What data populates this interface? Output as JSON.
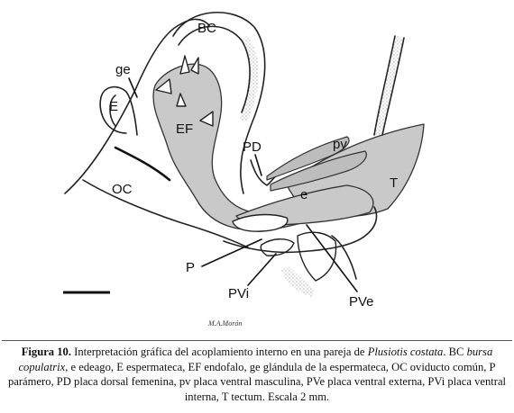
{
  "figure": {
    "labels": {
      "bc": "BC",
      "ge": "ge",
      "e_upper": "E",
      "ef": "EF",
      "oc": "OC",
      "pd": "PD",
      "pv": "pv",
      "e_lower": "e",
      "t": "T",
      "p": "P",
      "pvi": "PVi",
      "pve": "PVe"
    },
    "signature": "M.A.Morón"
  },
  "caption": {
    "prefix": "Figura 10.",
    "text1": " Interpretación gráfica del acoplamiento interno en una pareja de ",
    "species": "Plusiotis costata",
    "text2": ". BC ",
    "term": "bursa copulatrix",
    "text3": ", e edeago, E espermateca, EF endofalo, ge glándula de la espermateca, OC oviducto común, P parámero, PD placa dorsal femenina, pv placa ventral masculina, PVe placa ventral externa, PVi placa ventral interna, T tectum. Escala 2 mm."
  }
}
